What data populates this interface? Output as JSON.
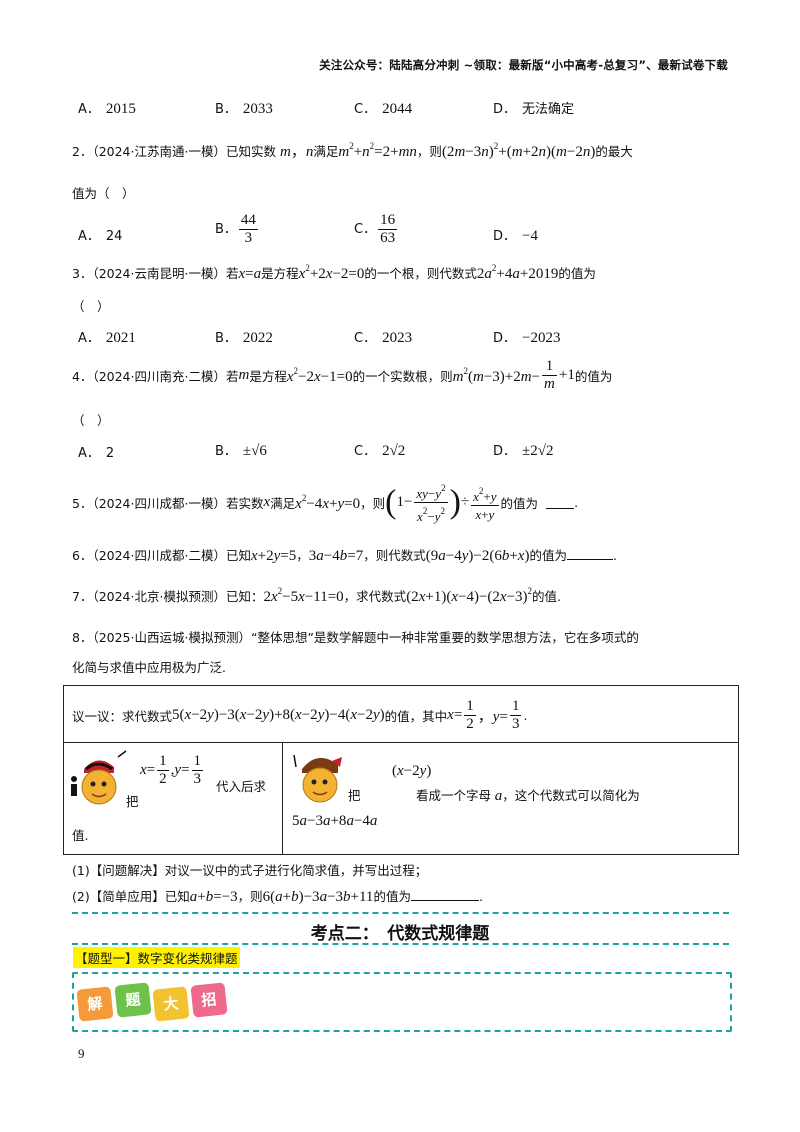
{
  "header": {
    "text": "关注公众号：陆陆高分冲刺  ~领取：最新版“小中高考-总复习”、最新试卷下载"
  },
  "q1": {
    "options": [
      {
        "label": "A．",
        "value": "2015"
      },
      {
        "label": "B．",
        "value": "2033"
      },
      {
        "label": "C．",
        "value": "2044"
      },
      {
        "label": "D．",
        "value": "无法确定"
      }
    ]
  },
  "q2": {
    "num": "2．",
    "source": "（2024·江苏南通·一模）",
    "t1": "已知实数",
    "t2": "满足",
    "t3": "，则",
    "t4": "的最大",
    "line2": "值为（　）",
    "options": [
      {
        "label": "A．",
        "value": "24"
      },
      {
        "label": "B．",
        "num": "44",
        "den": "3"
      },
      {
        "label": "C．",
        "num": "16",
        "den": "63"
      },
      {
        "label": "D．",
        "value": "−4"
      }
    ]
  },
  "q3": {
    "num": "3．",
    "source": "（2024·云南昆明·一模）",
    "t1": "若",
    "t2": "是方程",
    "t3": "的一个根，则代数式",
    "t4": "的值为",
    "line2": "（　）",
    "options": [
      {
        "label": "A．",
        "value": "2021"
      },
      {
        "label": "B．",
        "value": "2022"
      },
      {
        "label": "C．",
        "value": "2023"
      },
      {
        "label": "D．",
        "value": "−2023"
      }
    ]
  },
  "q4": {
    "num": "4．",
    "source": "（2024·四川南充·二模）",
    "t1": "若",
    "t2": "是方程",
    "t3": "的一个实数根，则",
    "t4": "的值为",
    "line2": "（　）",
    "options": [
      {
        "label": "A．",
        "value": "2"
      },
      {
        "label": "B．",
        "value": "±√6"
      },
      {
        "label": "C．",
        "value": "2√2"
      },
      {
        "label": "D．",
        "value": "±2√2"
      }
    ]
  },
  "q5": {
    "num": "5．",
    "source": "（2024·四川成都·一模）",
    "t1": "若实数",
    "t2": "满足",
    "t3": "，则",
    "t4": "的值为"
  },
  "q6": {
    "num": "6．",
    "source": "（2024·四川成都·二模）",
    "t1": "已知",
    "t2": "，",
    "t3": "，则代数式",
    "t4": "的值为"
  },
  "q7": {
    "num": "7．",
    "source": "（2024·北京·模拟预测）",
    "t1": "已知：",
    "t2": "，求代数式",
    "t3": "的值."
  },
  "q8": {
    "num": "8．",
    "source": "（2025·山西运城·模拟预测）",
    "line1": "“整体思想”是数学解题中一种非常重要的数学思想方法，它在多项式的",
    "line2": "化简与求值中应用极为广泛.",
    "box_top_a": "议一议：求代数式",
    "box_top_b": "的值，其中",
    "left_ba": "把",
    "left_bb": "代入后求",
    "left_bc": "值.",
    "right_ba": "把",
    "right_bb": "看成一个字母",
    "right_bc": "，这个代数式可以简化为",
    "sub1": "(1)【问题解决】对议一议中的式子进行化简求值，并写出过程；",
    "sub2a": "(2)【简单应用】已知",
    "sub2b": "，则",
    "sub2c": "的值为"
  },
  "section": {
    "title": "考点二：　代数式规律题",
    "tag": "【题型一】数字变化类规律题",
    "badges": [
      "解",
      "题",
      "大",
      "招"
    ],
    "badge_colors": [
      "#f59a3a",
      "#6cc24a",
      "#f2c230",
      "#ef6a8a"
    ]
  },
  "footer": {
    "page": "9"
  }
}
